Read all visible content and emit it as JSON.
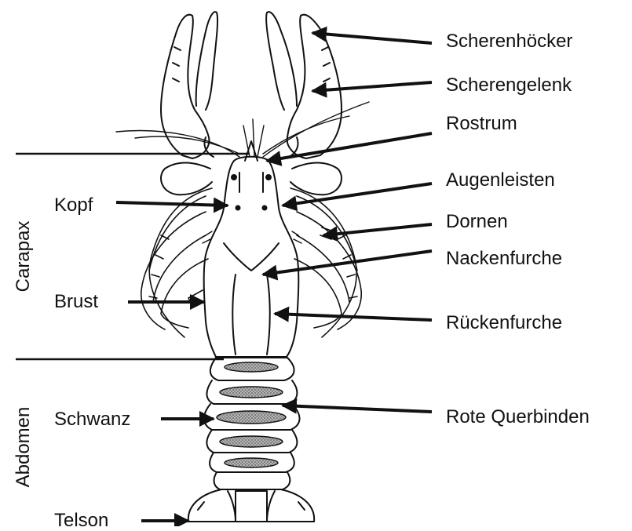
{
  "labels_right": {
    "scherenhoecker": "Scherenhöcker",
    "scherengelenk": "Scherengelenk",
    "rostrum": "Rostrum",
    "augenleisten": "Augenleisten",
    "dornen": "Dornen",
    "nackenfurche": "Nackenfurche",
    "rueckenfurche": "Rückenfurche",
    "rote_querbinden": "Rote Querbinden"
  },
  "labels_left": {
    "kopf": "Kopf",
    "brust": "Brust",
    "schwanz": "Schwanz",
    "telson": "Telson"
  },
  "section_labels": {
    "carapax": "Carapax",
    "abdomen": "Abdomen"
  },
  "colors": {
    "ink": "#111111",
    "band_fill": "#8a8a8a"
  }
}
